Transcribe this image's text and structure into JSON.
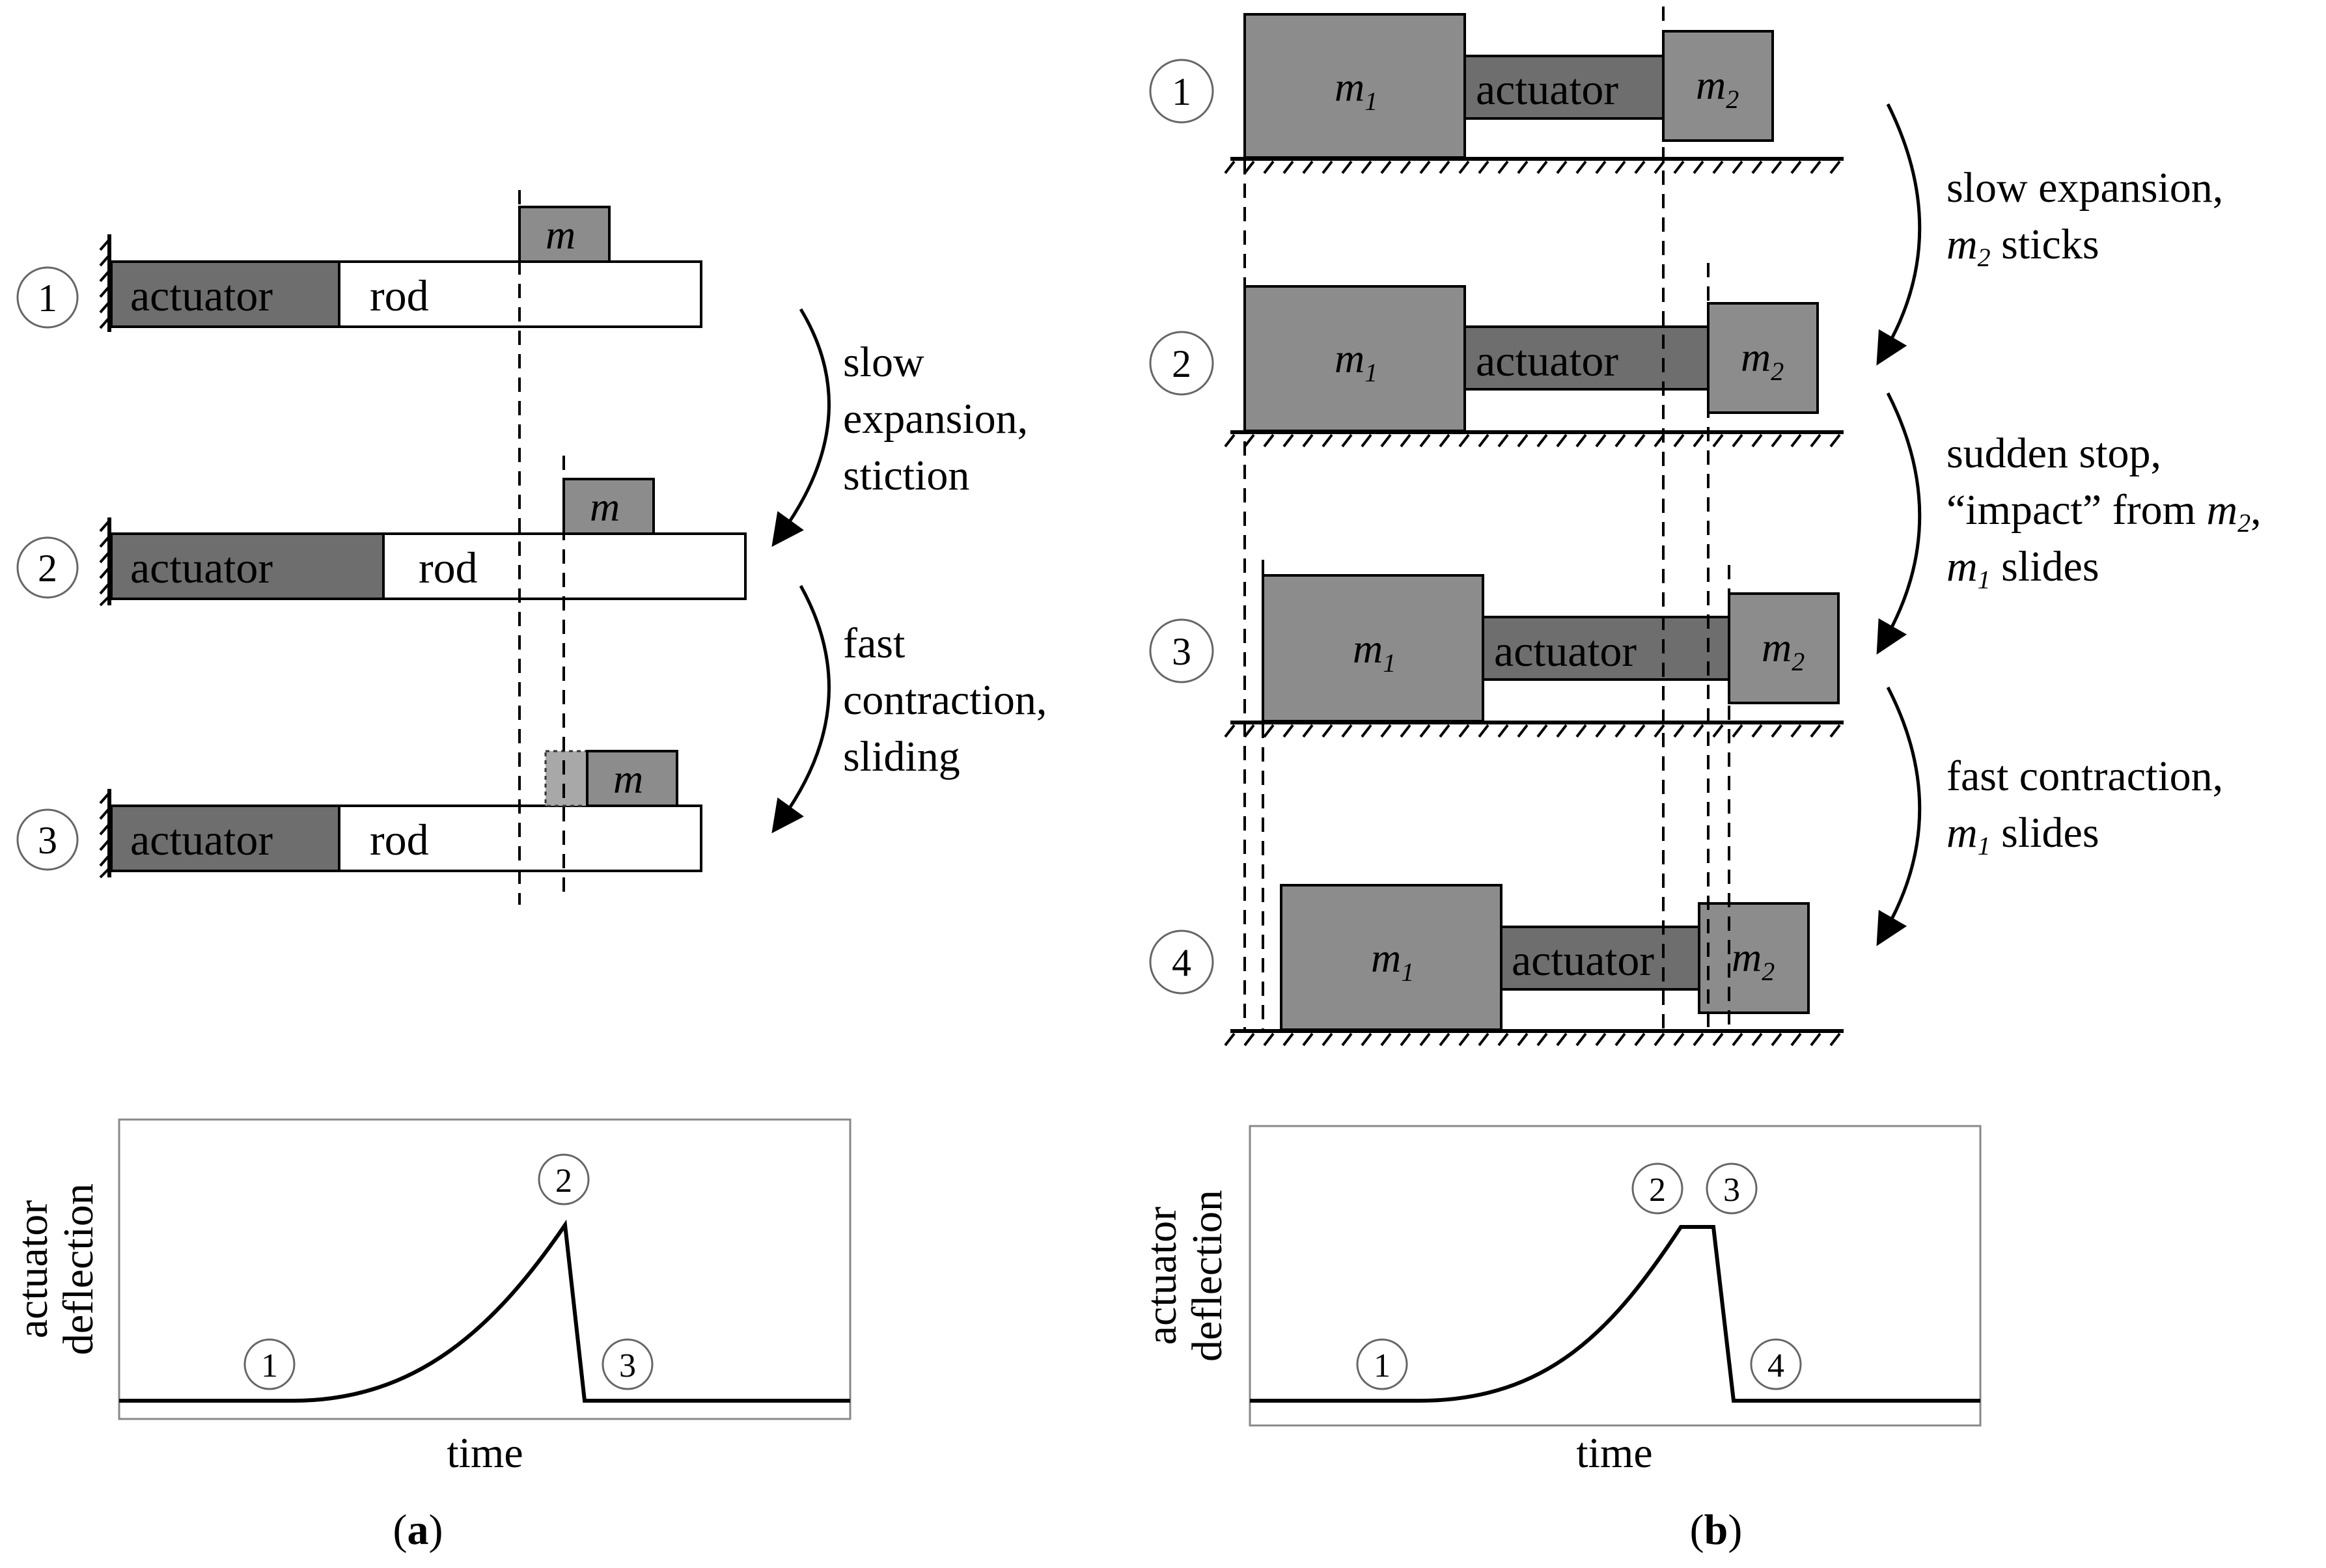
{
  "panel_a": {
    "label_open": "(",
    "label_letter": "a",
    "label_close": ")",
    "stages": [
      {
        "num": "1",
        "actuator": "actuator",
        "rod": "rod",
        "mass": "m"
      },
      {
        "num": "2",
        "actuator": "actuator",
        "rod": "rod",
        "mass": "m"
      },
      {
        "num": "3",
        "actuator": "actuator",
        "rod": "rod",
        "mass": "m"
      }
    ],
    "transitions": [
      [
        "slow",
        "expansion,",
        "stiction"
      ],
      [
        "fast",
        "contraction,",
        "sliding"
      ]
    ],
    "plot": {
      "ylabel_line1": "actuator",
      "ylabel_line2": "deflection",
      "xlabel": "time",
      "markers": [
        "1",
        "2",
        "3"
      ]
    }
  },
  "panel_b": {
    "label_open": "(",
    "label_letter": "b",
    "label_close": ")",
    "stages": [
      {
        "num": "1",
        "m1": "m",
        "m1_sub": "1",
        "actuator": "actuator",
        "m2": "m",
        "m2_sub": "2"
      },
      {
        "num": "2",
        "m1": "m",
        "m1_sub": "1",
        "actuator": "actuator",
        "m2": "m",
        "m2_sub": "2"
      },
      {
        "num": "3",
        "m1": "m",
        "m1_sub": "1",
        "actuator": "actuator",
        "m2": "m",
        "m2_sub": "2"
      },
      {
        "num": "4",
        "m1": "m",
        "m1_sub": "1",
        "actuator": "actuator",
        "m2": "m",
        "m2_sub": "2"
      }
    ],
    "transitions": [
      {
        "l1": "slow expansion,",
        "l2_m": "m",
        "l2_sub": "2",
        "l2_rest": " sticks"
      },
      {
        "l1": "sudden stop,",
        "l2_pre": "“impact” from ",
        "l2_m": "m",
        "l2_sub": "2",
        "l2_post": ",",
        "l3_m": "m",
        "l3_sub": "1",
        "l3_rest": " slides"
      },
      {
        "l1": "fast contraction,",
        "l2_m": "m",
        "l2_sub": "1",
        "l2_rest": " slides"
      }
    ],
    "plot": {
      "ylabel_line1": "actuator",
      "ylabel_line2": "deflection",
      "xlabel": "time",
      "markers": [
        "1",
        "2",
        "3",
        "4"
      ]
    }
  },
  "colors": {
    "actuator_dark": "#6e6e6e",
    "mass_gray": "#8c8c8c",
    "rod_white": "#ffffff",
    "outline": "#000000"
  }
}
